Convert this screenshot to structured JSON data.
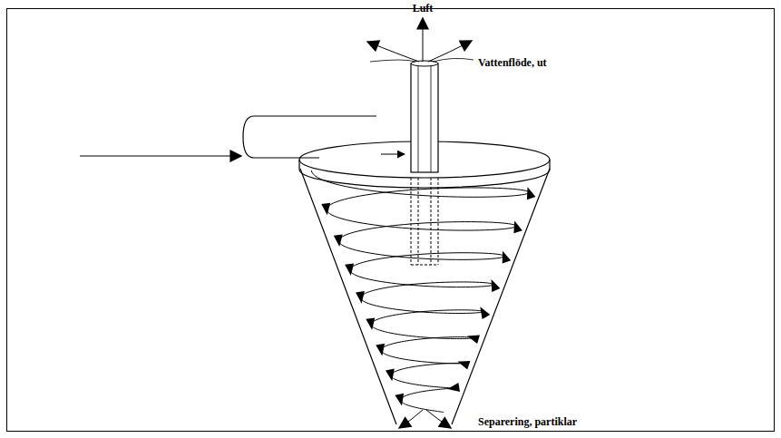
{
  "diagram": {
    "labels": [
      "Luft",
      "Vattenflöde, ut",
      "Separering, partiklar"
    ]
  }
}
